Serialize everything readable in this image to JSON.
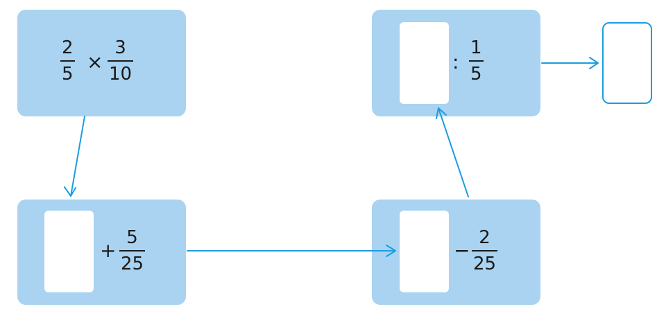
{
  "box1": {
    "frac_a": {
      "num": "2",
      "den": "5"
    },
    "operator": "×",
    "frac_b": {
      "num": "3",
      "den": "10"
    }
  },
  "box2": {
    "operator": "+",
    "frac": {
      "num": "5",
      "den": "25"
    }
  },
  "box3": {
    "operator": "−",
    "frac": {
      "num": "2",
      "den": "25"
    }
  },
  "box4": {
    "operator": ":",
    "frac": {
      "num": "1",
      "den": "5"
    }
  },
  "colors": {
    "box_fill": "#a9d3f1",
    "arrow": "#1a9de0",
    "blank_fill": "#ffffff"
  }
}
